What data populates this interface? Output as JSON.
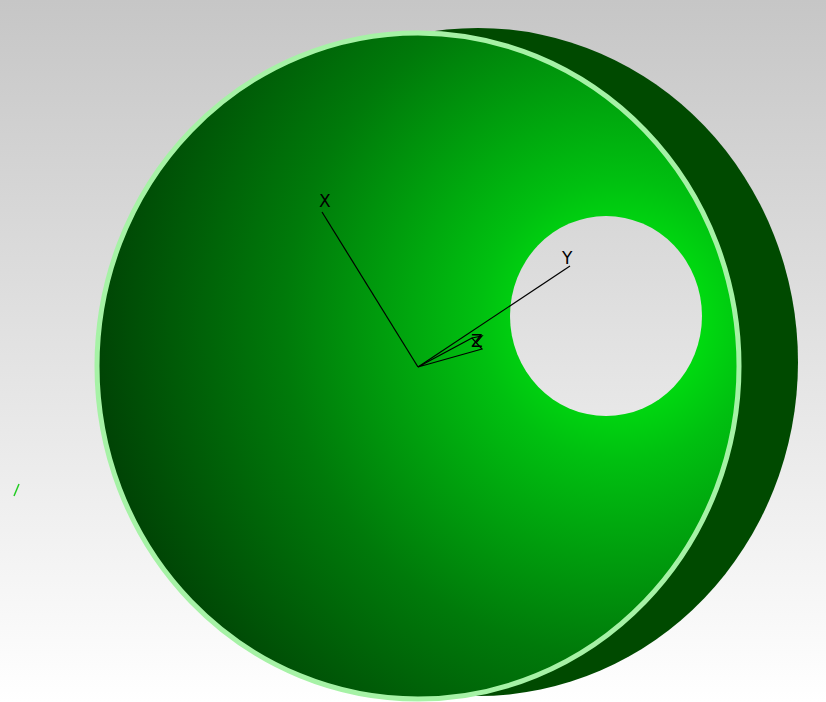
{
  "diagram": {
    "labels": [
      "X",
      "Y",
      "Z"
    ]
  }
}
